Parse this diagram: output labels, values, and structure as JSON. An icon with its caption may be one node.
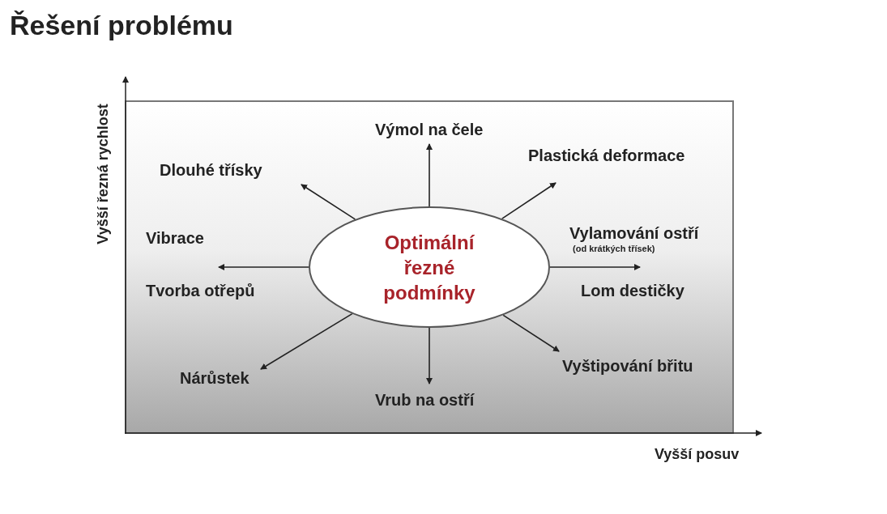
{
  "diagram": {
    "title": "Řešení problému",
    "nodes": [
      {
        "text": [
          "Optimální řezné podmínky"
        ]
      },
      {
        "text": [
          "Výmol na čele"
        ]
      },
      {
        "text": [
          "Plastická deformace"
        ]
      },
      {
        "text": [
          "Dlouhé třísky"
        ]
      },
      {
        "text": [
          "Vibrace"
        ]
      },
      {
        "text": [
          "Vylamování ostří",
          "(od krátkých třísek)"
        ]
      },
      {
        "text": [
          "Tvorba otřepů"
        ]
      },
      {
        "text": [
          "Lom destičky"
        ]
      },
      {
        "text": [
          "Nárůstek"
        ]
      },
      {
        "text": [
          "Vyštipování břitu"
        ]
      },
      {
        "text": [
          "Vrub na ostří"
        ]
      }
    ],
    "edges": [
      {
        "from": 0,
        "to": 1,
        "arrow": "to"
      },
      {
        "from": 0,
        "to": 2,
        "arrow": "to"
      },
      {
        "from": 0,
        "to": 3,
        "arrow": "to"
      },
      {
        "from": 0,
        "to": 4,
        "arrow": "to"
      },
      {
        "from": 0,
        "to": 5,
        "arrow": "to"
      },
      {
        "from": 0,
        "to": 6,
        "arrow": "to"
      },
      {
        "from": 0,
        "to": 7,
        "arrow": "to"
      },
      {
        "from": 0,
        "to": 8,
        "arrow": "to"
      },
      {
        "from": 0,
        "to": 9,
        "arrow": "to"
      },
      {
        "from": 0,
        "to": 10,
        "arrow": "to"
      }
    ],
    "labels": [
      "Vyšší řezná rychlost",
      "Vyšší posuv"
    ]
  }
}
